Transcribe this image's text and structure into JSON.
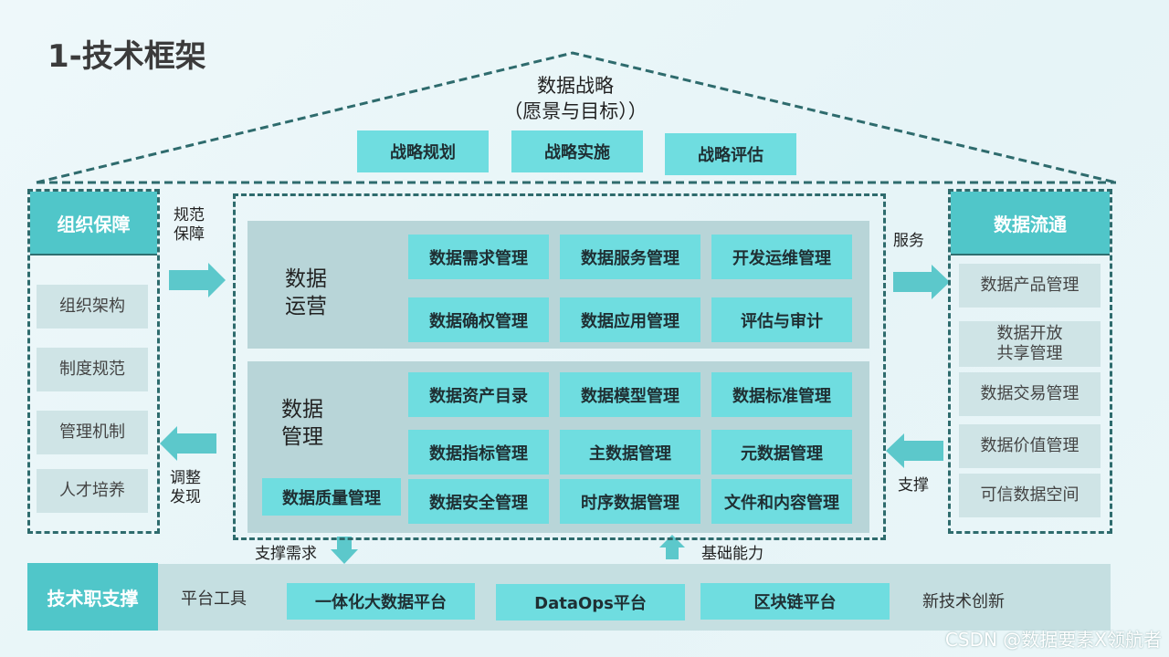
{
  "title": "1-技术框架",
  "strategy": {
    "title_line1": "数据战略",
    "title_line2": "（愿景与目标））",
    "items": [
      "战略规划",
      "战略实施",
      "战略评估"
    ]
  },
  "left": {
    "header": "组织保障",
    "items": [
      "组织架构",
      "制度规范",
      "管理机制",
      "人才培养"
    ],
    "arrow_in_label_1": "规范",
    "arrow_in_label_2": "保障",
    "arrow_out_label_1": "调整",
    "arrow_out_label_2": "发现"
  },
  "operation": {
    "label_line1": "数据",
    "label_line2": "运营",
    "items": [
      "数据需求管理",
      "数据服务管理",
      "开发运维管理",
      "数据确权管理",
      "数据应用管理",
      "评估与审计"
    ]
  },
  "management": {
    "label_line1": "数据",
    "label_line2": "管理",
    "quality": "数据质量管理",
    "items": [
      "数据资产目录",
      "数据模型管理",
      "数据标准管理",
      "数据指标管理",
      "主数据管理",
      "元数据管理",
      "数据安全管理",
      "时序数据管理",
      "文件和内容管理"
    ]
  },
  "right": {
    "header": "数据流通",
    "items": [
      "数据产品管理",
      "数据开放共享管理",
      "数据交易管理",
      "数据价值管理",
      "可信数据空间"
    ],
    "item2_line1": "数据开放",
    "item2_line2": "共享管理",
    "arrow_out_label": "服务",
    "arrow_in_label": "支撑"
  },
  "bottom": {
    "header": "技术职支撑",
    "tools_label": "平台工具",
    "platforms": [
      "一体化大数据平台",
      "DataOps平台",
      "区块链平台"
    ],
    "new_tech": "新技术创新",
    "down_label": "支撑需求",
    "up_label": "基础能力"
  },
  "watermark": "CSDN @数据要素X领航者",
  "colors": {
    "teal": "#6fdde0",
    "teal_dark": "#50c6c9",
    "gray": "#cfe4e6",
    "panel": "#b8d5d8",
    "dash": "#2e6b6d"
  }
}
